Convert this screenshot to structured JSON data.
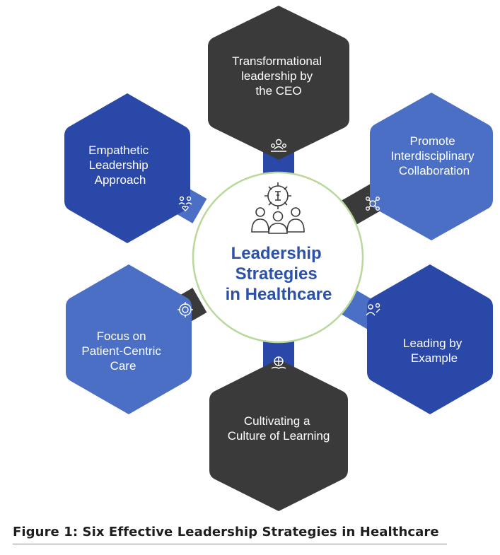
{
  "center": {
    "lines": [
      "Leadership",
      "Strategies",
      "in Healthcare"
    ]
  },
  "strategies": [
    {
      "lines": [
        "Transformational",
        "leadership by",
        "the CEO"
      ],
      "color": "#3a3a3a",
      "icon": "team-leader-icon"
    },
    {
      "lines": [
        "Promote",
        "Interdisciplinary",
        "Collaboration"
      ],
      "color": "#4a6fc4",
      "icon": "network-icon"
    },
    {
      "lines": [
        "Leading by",
        "Example"
      ],
      "color": "#2a48a8",
      "icon": "mentor-icon"
    },
    {
      "lines": [
        "Cultivating a",
        "Culture of Learning"
      ],
      "color": "#3a3a3a",
      "icon": "book-globe-icon"
    },
    {
      "lines": [
        "Focus on",
        "Patient-Centric",
        "Care"
      ],
      "color": "#4a6fc4",
      "icon": "target-icon"
    },
    {
      "lines": [
        "Empathetic",
        "Leadership",
        "Approach"
      ],
      "color": "#2a48a8",
      "icon": "empathy-icon"
    }
  ],
  "caption": "Figure 1: Six Effective Leadership Strategies in Healthcare",
  "colors": {
    "dark": "#3a3a3a",
    "light_blue": "#4a6fc4",
    "deep_blue": "#2a48a8",
    "center_ring": "#b9d89a",
    "title_blue": "#2b52a8"
  }
}
